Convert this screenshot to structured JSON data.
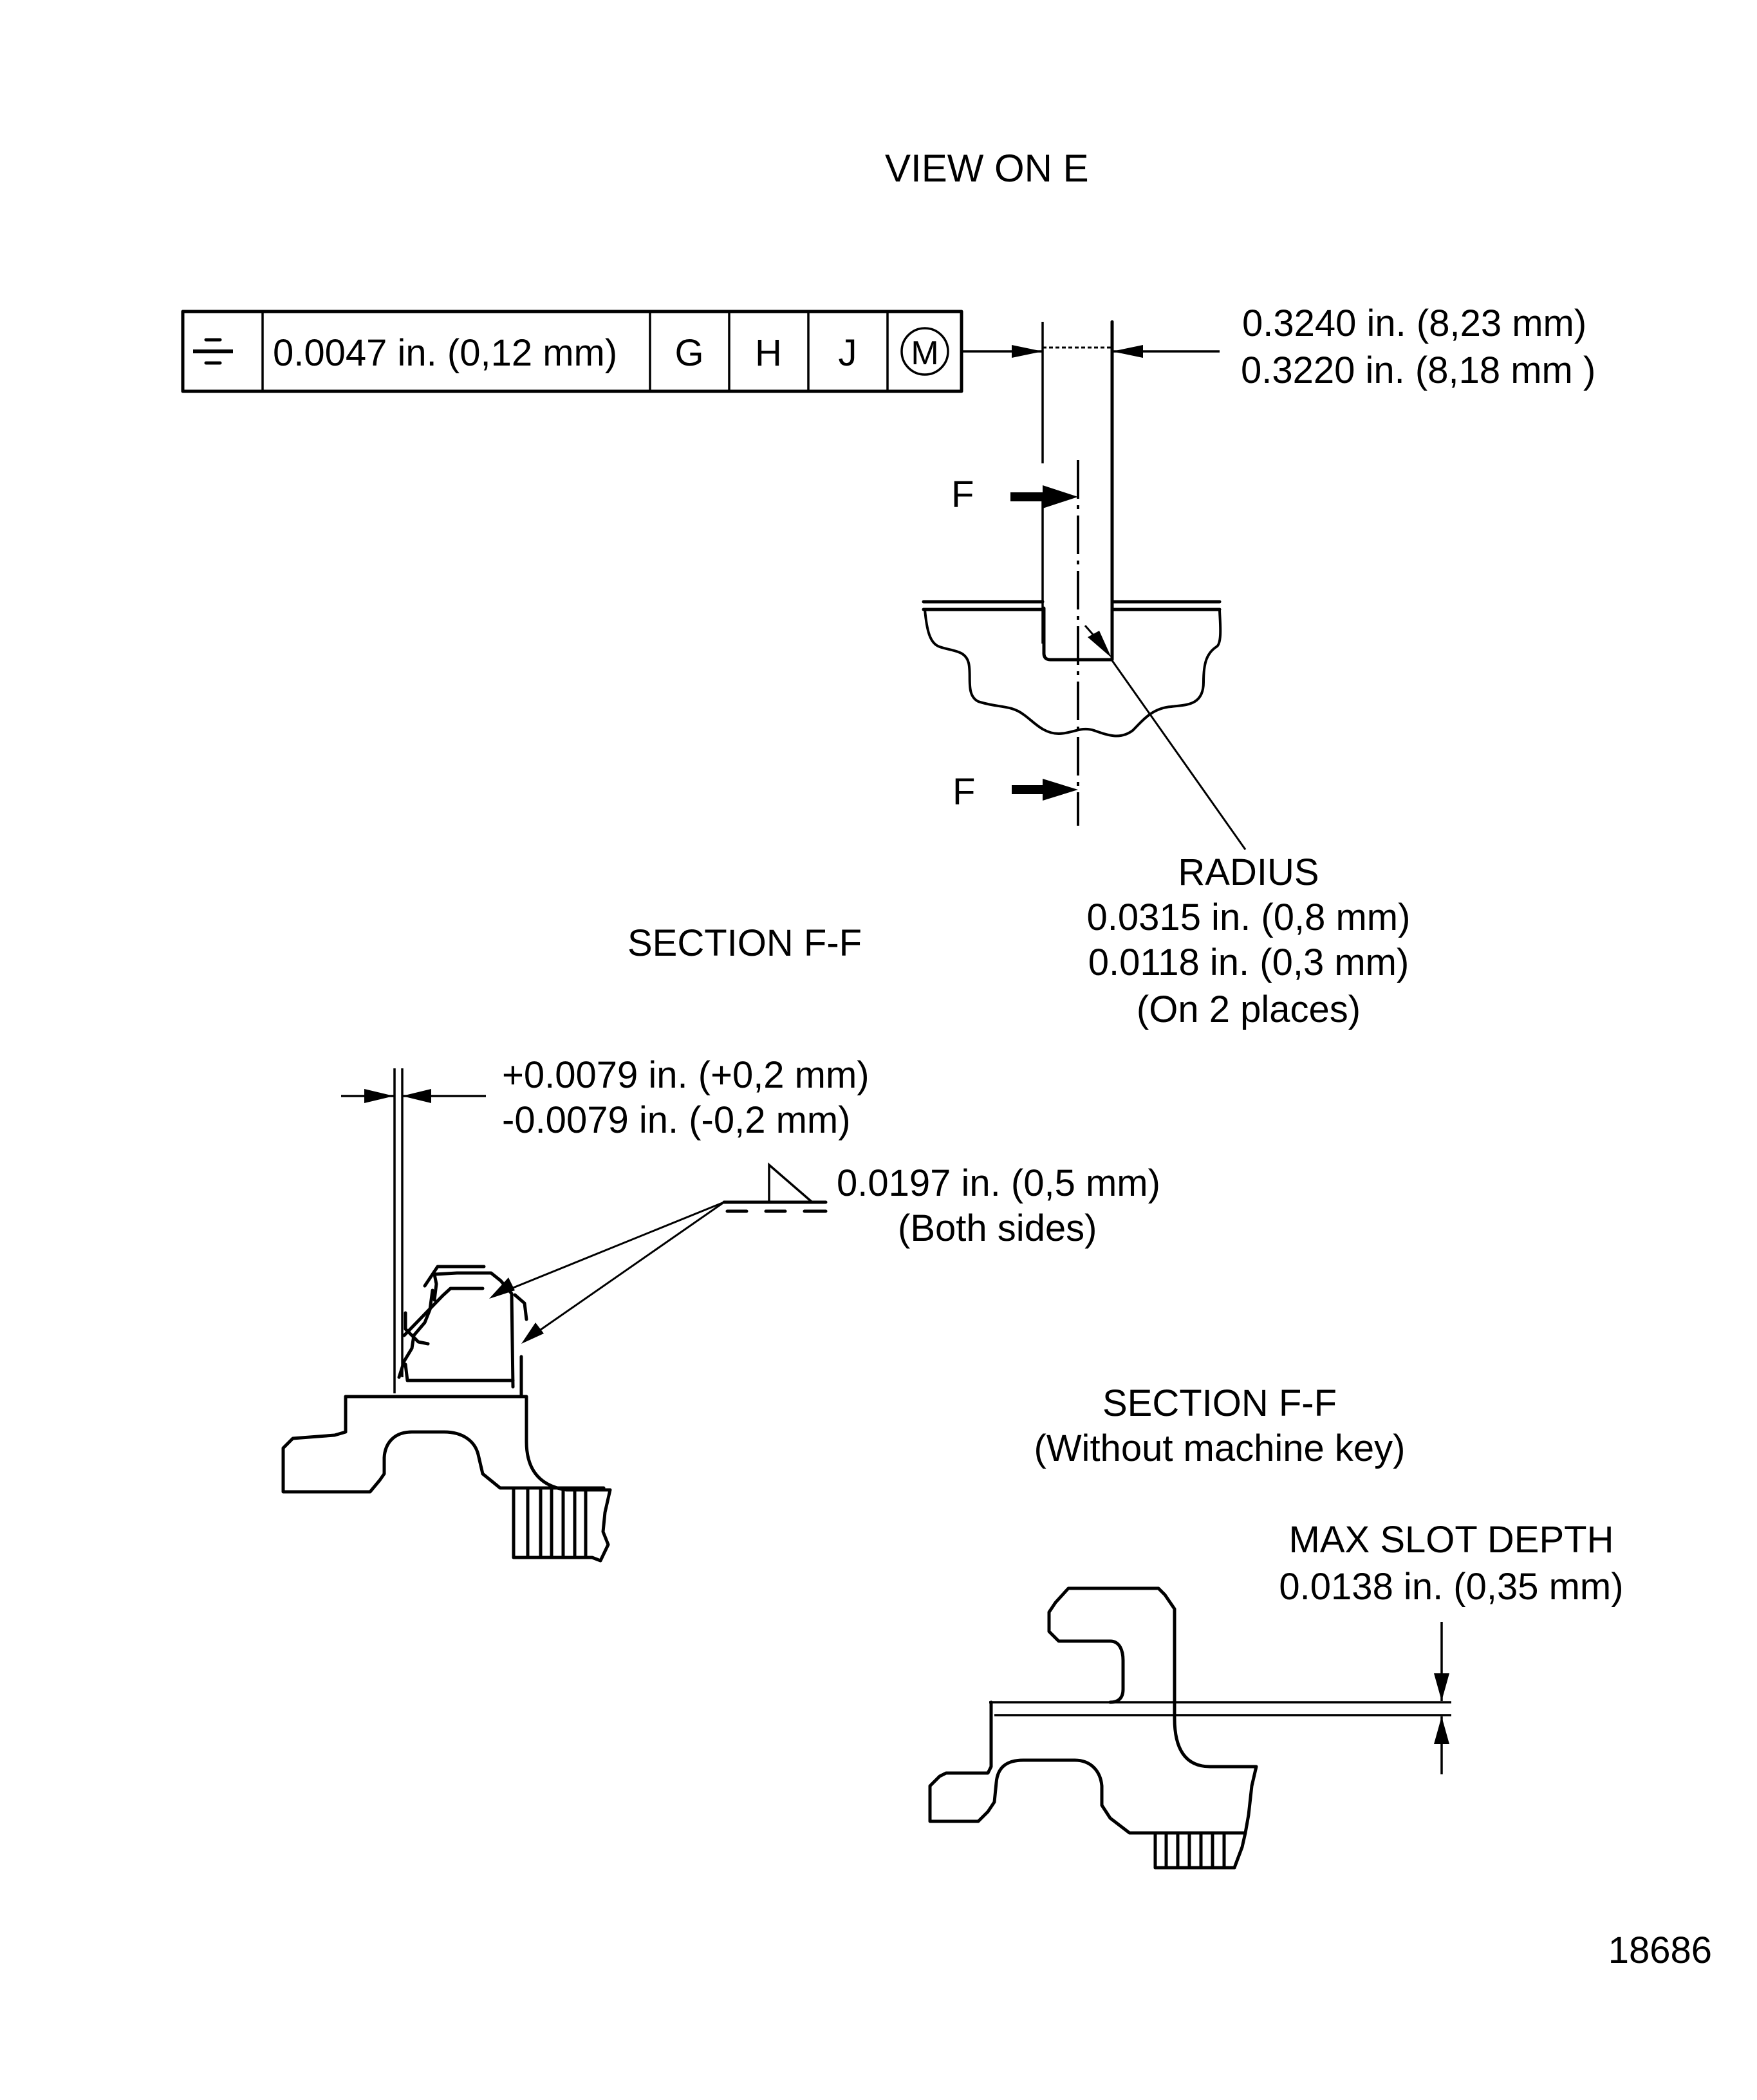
{
  "view_title": "VIEW ON E",
  "feature_control_frame": {
    "symbol": "symmetry-icon",
    "tolerance": "0.0047 in. (0,12 mm)",
    "datums": [
      "G",
      "H",
      "J"
    ],
    "modifier": "M"
  },
  "slot_width": {
    "max": "0.3240 in. (8,23 mm)",
    "min": "0.3220 in. (8,18 mm )"
  },
  "section_marks": [
    "F",
    "F"
  ],
  "radius": {
    "label": "RADIUS",
    "max": "0.0315 in. (0,8 mm)",
    "min": "0.0118 in.  (0,3 mm)",
    "note": "(On 2 places)"
  },
  "section1": {
    "title": "SECTION F-F",
    "offset_plus": "+0.0079 in. (+0,2 mm)",
    "offset_minus": "-0.0079 in. (-0,2 mm)",
    "weld_size": "0.0197 in. (0,5 mm)",
    "weld_note": "(Both sides)"
  },
  "section2": {
    "title": "SECTION F-F",
    "subtitle": "(Without machine key)",
    "depth_label": "MAX SLOT DEPTH",
    "depth_value": "0.0138 in. (0,35 mm)"
  },
  "figure_number": "18686"
}
